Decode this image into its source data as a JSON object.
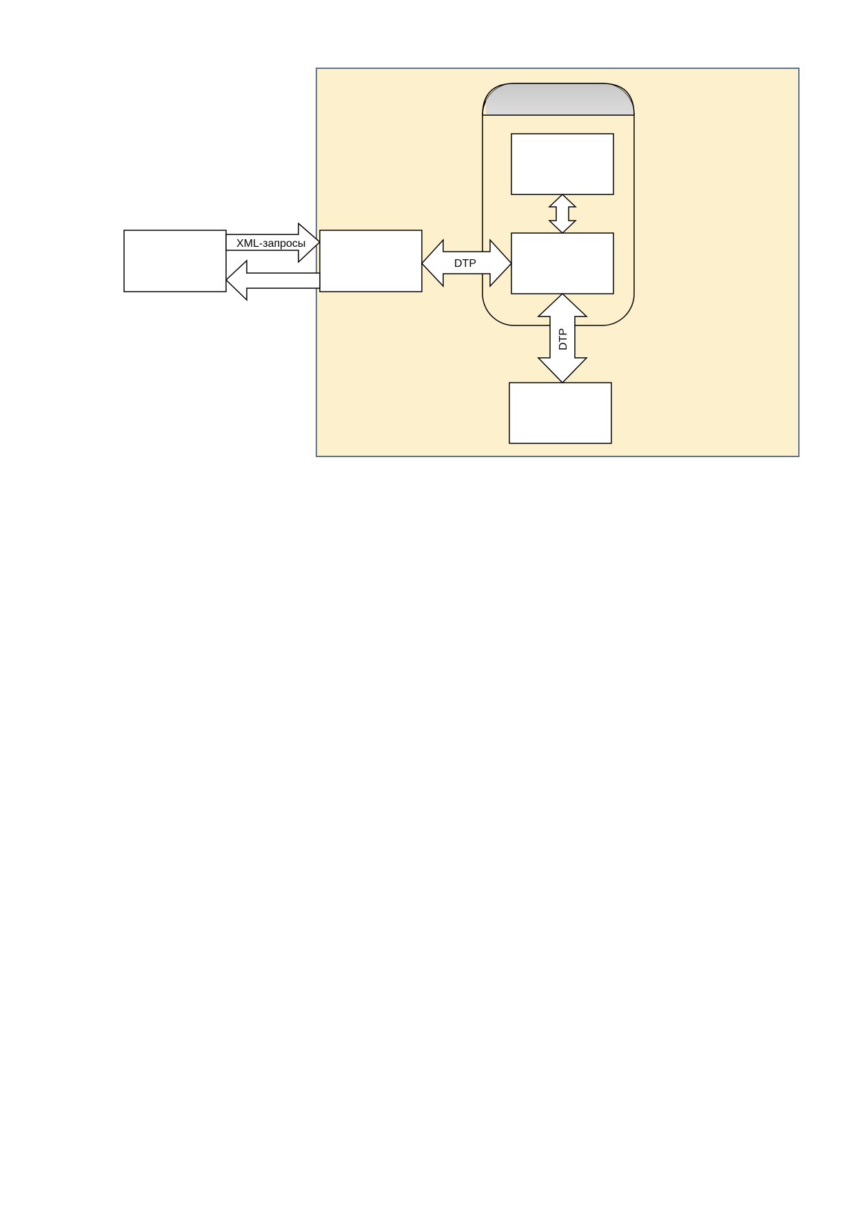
{
  "diagram": {
    "colors": {
      "container_fill": "#fdf0cc",
      "container_stroke": "#5b7491",
      "box_fill": "#ffffff",
      "line": "#000000",
      "header_gradient_top": "#c8c8c8",
      "header_gradient_bottom": "#ffffff"
    },
    "arrows": {
      "xml_requests_label": "XML-запросы",
      "dtp_horizontal_label": "DTP",
      "dtp_vertical_label": "DTP"
    }
  }
}
